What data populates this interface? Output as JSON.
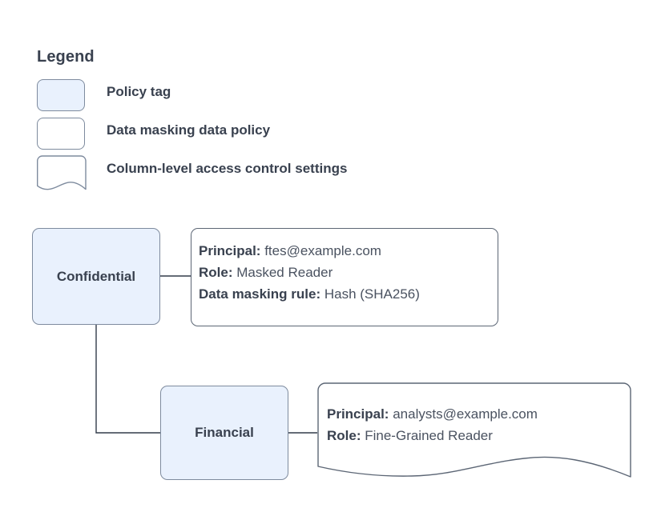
{
  "diagram": {
    "legend": {
      "title": "Legend",
      "items": [
        {
          "shape": "rounded-rect-filled",
          "label": "Policy tag",
          "fill": "#e9f1fd",
          "stroke": "#7e8b9e"
        },
        {
          "shape": "rounded-rect",
          "label": "Data masking data policy",
          "fill": "#ffffff",
          "stroke": "#7e8b9e"
        },
        {
          "shape": "wave-bottom-rect",
          "label": "Column-level access control settings",
          "fill": "#ffffff",
          "stroke": "#7e8b9e"
        }
      ]
    },
    "nodes": [
      {
        "id": "confidential",
        "label": "Confidential",
        "type": "policy-tag",
        "fill": "#e9f1fd",
        "stroke": "#7e8b9e"
      },
      {
        "id": "financial",
        "label": "Financial",
        "type": "policy-tag",
        "fill": "#e9f1fd",
        "stroke": "#7e8b9e"
      }
    ],
    "annotations": [
      {
        "id": "policy-confidential",
        "type": "data-masking-data-policy",
        "attached_to": "confidential",
        "lines": [
          {
            "key": "Principal:",
            "value": "ftes@example.com"
          },
          {
            "key": "Role:",
            "value": "Masked Reader"
          },
          {
            "key": "Data masking rule:",
            "value": "Hash (SHA256)"
          }
        ]
      },
      {
        "id": "column-financial",
        "type": "column-level-access-control-settings",
        "attached_to": "financial",
        "lines": [
          {
            "key": "Principal:",
            "value": "analysts@example.com"
          },
          {
            "key": "Role:",
            "value": "Fine-Grained Reader"
          }
        ]
      }
    ],
    "edges": [
      {
        "from": "confidential",
        "to": "policy-confidential",
        "style": "straight"
      },
      {
        "from": "confidential",
        "to": "financial",
        "style": "elbow"
      },
      {
        "from": "financial",
        "to": "column-financial",
        "style": "straight"
      }
    ],
    "colors": {
      "node_fill": "#e9f1fd",
      "node_stroke": "#7e8b9e",
      "annotation_stroke": "#5c6675",
      "text": "#39414f",
      "value_text": "#4a5260",
      "connector": "#323c4a",
      "background": "#ffffff"
    }
  }
}
